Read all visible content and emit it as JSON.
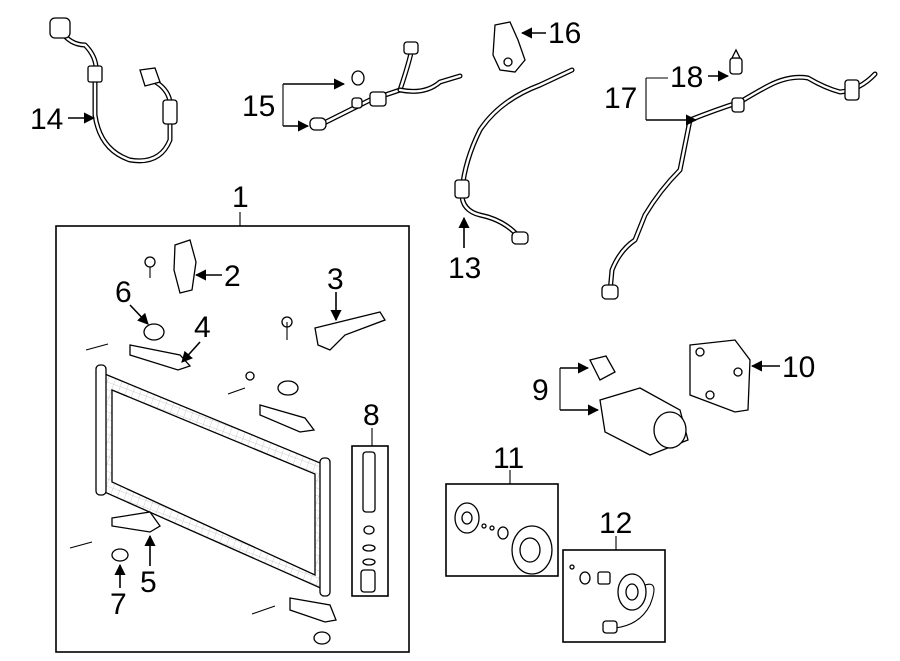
{
  "callouts": {
    "c1": "1",
    "c2": "2",
    "c3": "3",
    "c4": "4",
    "c5": "5",
    "c6": "6",
    "c7": "7",
    "c8": "8",
    "c9": "9",
    "c10": "10",
    "c11": "11",
    "c12": "12",
    "c13": "13",
    "c14": "14",
    "c15": "15",
    "c16": "16",
    "c17": "17",
    "c18": "18"
  },
  "colors": {
    "line": "#000000",
    "background": "#ffffff"
  }
}
